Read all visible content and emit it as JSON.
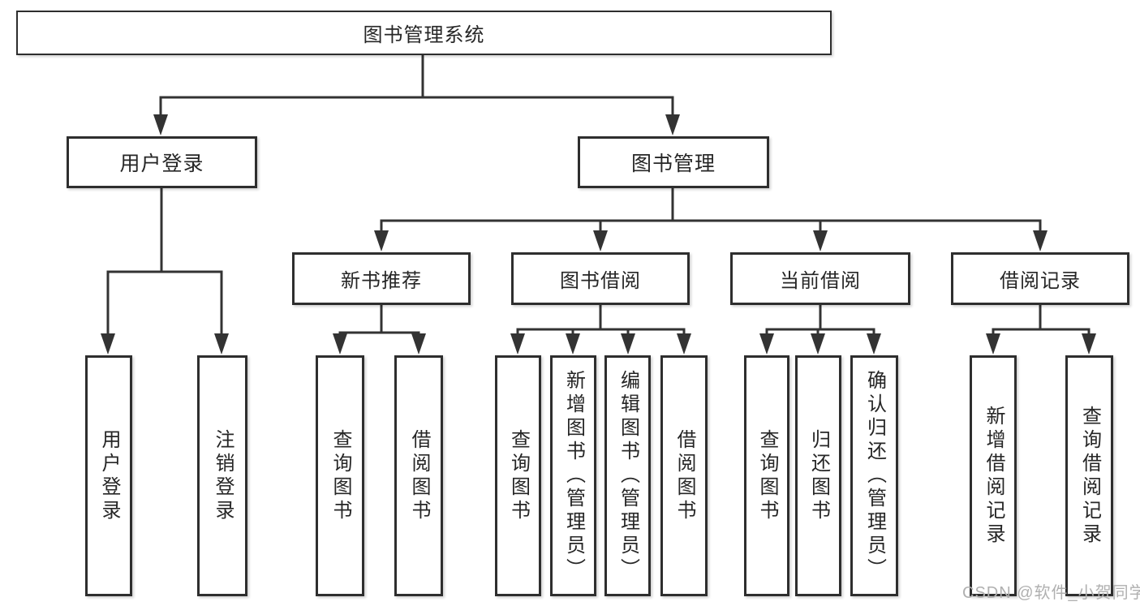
{
  "diagram": {
    "root": {
      "label": "图书管理系统"
    },
    "branches": [
      {
        "label": "用户登录",
        "children": [
          {
            "label": "用户登录"
          },
          {
            "label": "注销登录"
          }
        ]
      },
      {
        "label": "图书管理",
        "children": [
          {
            "label": "新书推荐",
            "children": [
              {
                "label": "查询图书"
              },
              {
                "label": "借阅图书"
              }
            ]
          },
          {
            "label": "图书借阅",
            "children": [
              {
                "label": "查询图书"
              },
              {
                "label": "新增图书（管理员）"
              },
              {
                "label": "编辑图书（管理员）"
              },
              {
                "label": "借阅图书"
              }
            ]
          },
          {
            "label": "当前借阅",
            "children": [
              {
                "label": "查询图书"
              },
              {
                "label": "归还图书"
              },
              {
                "label": "确认归还（管理员）"
              }
            ]
          },
          {
            "label": "借阅记录",
            "children": [
              {
                "label": "新增借阅记录"
              },
              {
                "label": "查询借阅记录"
              }
            ]
          }
        ]
      }
    ],
    "watermark": "CSDN @软件_小贺同学",
    "colors": {
      "line": "#333333",
      "border": "#2e2e2e",
      "background": "#ffffff",
      "text": "#262626",
      "watermark": "#b0b0b0"
    }
  }
}
